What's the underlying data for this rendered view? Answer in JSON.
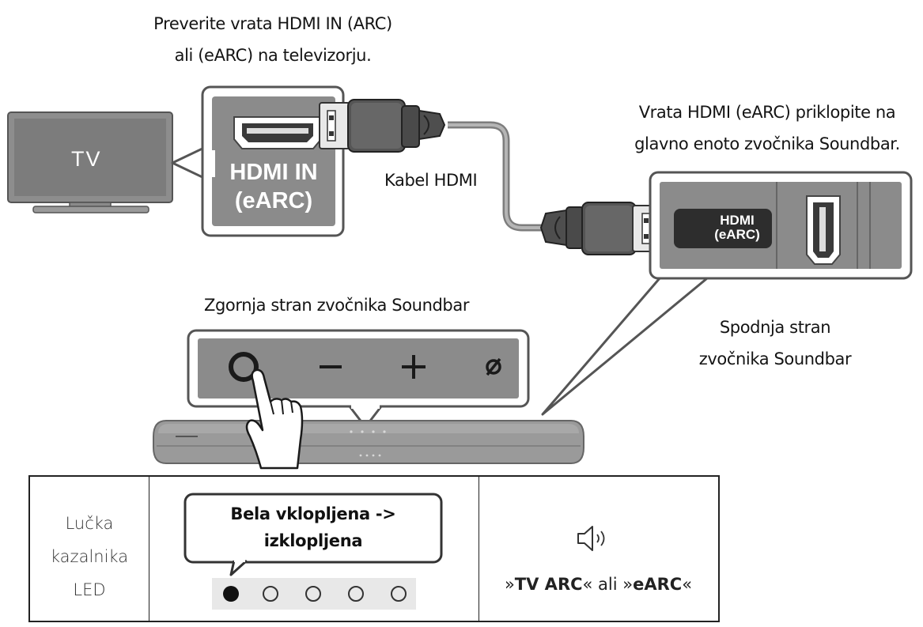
{
  "captions": {
    "check_ports_line1": "Preverite vrata HDMI IN (ARC)",
    "check_ports_line2": "ali (eARC) na televizorju.",
    "connect_line1": "Vrata HDMI (eARC) priklopite na",
    "connect_line2": "glavno enoto zvočnika Soundbar.",
    "cable": "Kabel HDMI",
    "top_side": "Zgornja stran zvočnika Soundbar",
    "bottom_side_line1": "Spodnja stran",
    "bottom_side_line2": "zvočnika Soundbar"
  },
  "tv": {
    "label": "TV",
    "port_label_line1": "HDMI IN",
    "port_label_line2": "(eARC)"
  },
  "soundbar_port": {
    "label_line1": "HDMI",
    "label_line2": "(eARC)"
  },
  "control_panel": {
    "buttons": [
      "power-source",
      "volume-down",
      "volume-up",
      "mic-mute"
    ],
    "minus": "−",
    "plus": "+",
    "mute": "ø"
  },
  "led_table": {
    "label_line1": "Lučka",
    "label_line2": "kazalnika",
    "label_line3": "LED",
    "status_line1": "Bela vklopljena ->",
    "status_line2": "izklopljena",
    "mode_prefix": "»",
    "mode_a": "TV ARC",
    "mode_mid": "« ali »",
    "mode_b": "eARC",
    "mode_suffix": "«",
    "leds": [
      "on",
      "off",
      "off",
      "off",
      "off"
    ]
  }
}
